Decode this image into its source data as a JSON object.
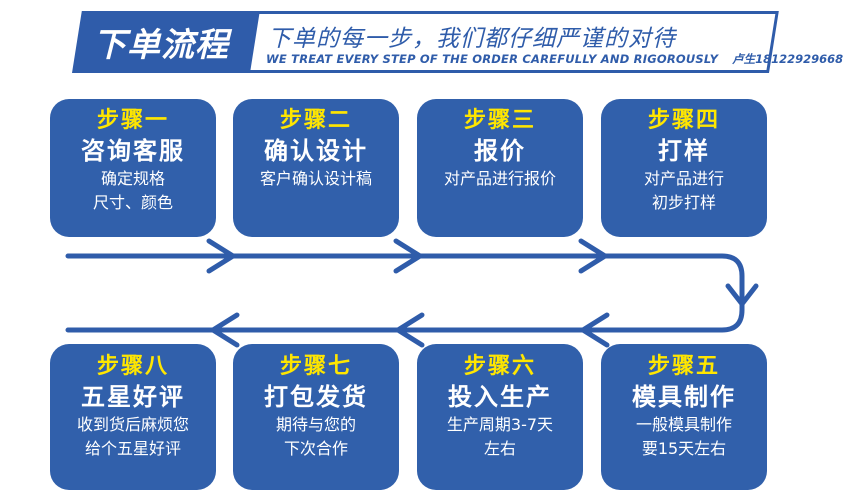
{
  "header": {
    "tag_label": "下单流程",
    "subtitle_cn": "下单的每一步，我们都仔细严谨的对待",
    "subtitle_en": "WE TREAT EVERY STEP OF THE ORDER CAREFULLY AND RIGOROUSLY",
    "contact": "卢生18122929668"
  },
  "colors": {
    "brand_blue": "#2F5CAA",
    "box_blue": "#3160AB",
    "accent_yellow": "#FFE600",
    "text_white": "#FFFFFF"
  },
  "flow": {
    "top_row": [
      {
        "num": "步骤一",
        "title": "咨询客服",
        "desc1": "确定规格",
        "desc2": "尺寸、颜色"
      },
      {
        "num": "步骤二",
        "title": "确认设计",
        "desc1": "客户确认设计稿",
        "desc2": ""
      },
      {
        "num": "步骤三",
        "title": "报价",
        "desc1": "对产品进行报价",
        "desc2": ""
      },
      {
        "num": "步骤四",
        "title": "打样",
        "desc1": "对产品进行",
        "desc2": "初步打样"
      }
    ],
    "bottom_row": [
      {
        "num": "步骤八",
        "title": "五星好评",
        "desc1": "收到货后麻烦您",
        "desc2": "给个五星好评"
      },
      {
        "num": "步骤七",
        "title": "打包发货",
        "desc1": "期待与您的",
        "desc2": "下次合作"
      },
      {
        "num": "步骤六",
        "title": "投入生产",
        "desc1": "生产周期3-7天",
        "desc2": "左右"
      },
      {
        "num": "步骤五",
        "title": "模具制作",
        "desc1": "一般模具制作",
        "desc2": "要15天左右"
      }
    ]
  },
  "connectors": {
    "top_direction": "right",
    "bottom_direction": "left",
    "turn": "down-right-u-turn"
  }
}
